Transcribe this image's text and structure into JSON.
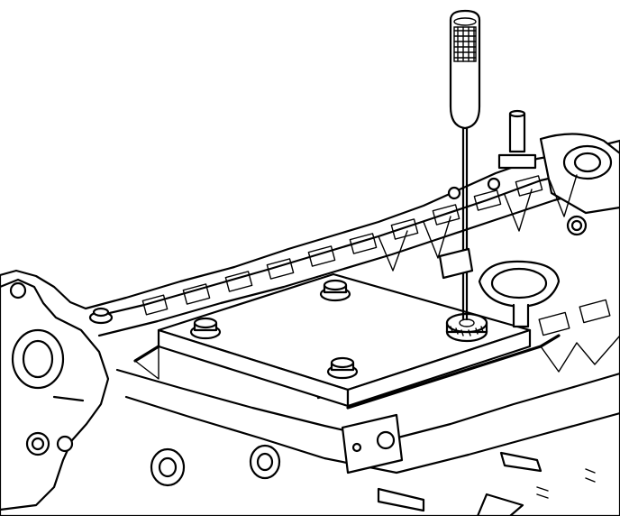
{
  "figure": {
    "colors": {
      "line": "#000000",
      "background": "#ffffff"
    },
    "parts": {
      "tool": "probe-tool",
      "fixture": "fixture-plate",
      "bolts": [
        "plate-bolt",
        "plate-bolt",
        "plate-bolt",
        "plate-bolt"
      ],
      "measuring_point": "knurled-collar",
      "assembly": "engine-cylinder-head"
    }
  }
}
